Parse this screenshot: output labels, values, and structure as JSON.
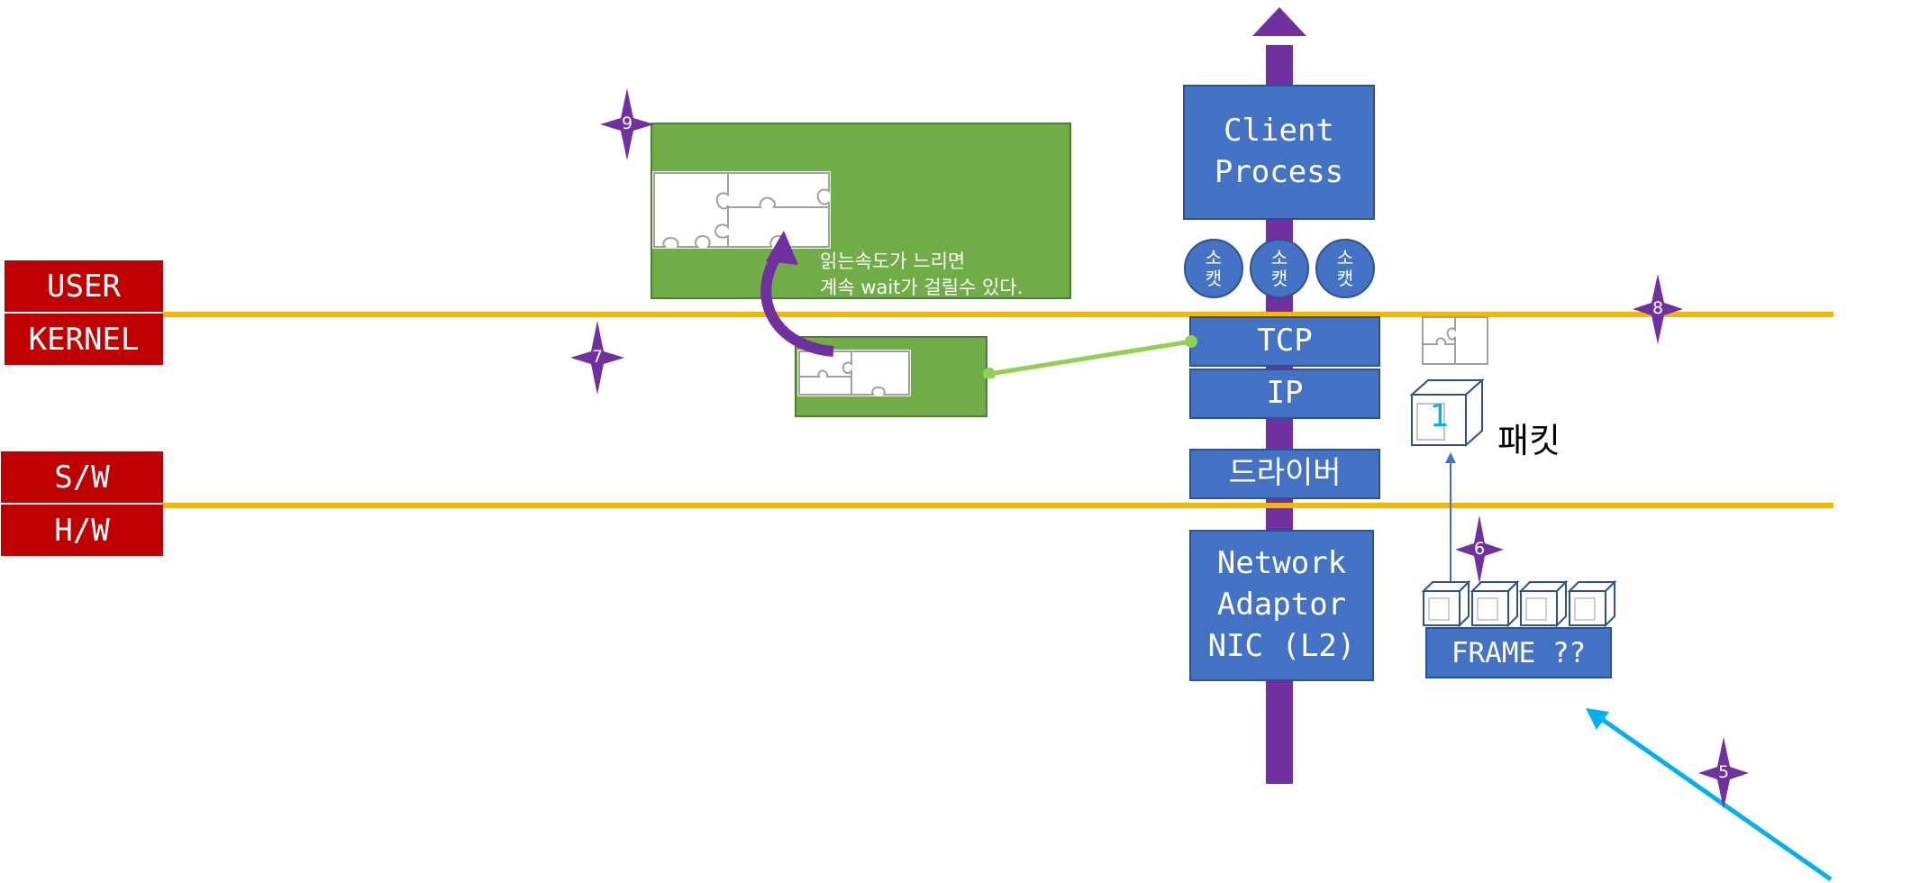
{
  "layers": {
    "user": "USER",
    "kernel": "KERNEL",
    "sw": "S/W",
    "hw": "H/W"
  },
  "stack": {
    "client_process": "Client\nProcess",
    "tcp": "TCP",
    "ip": "IP",
    "driver": "드라이버",
    "nic": "Network\nAdaptor\nNIC (L2)"
  },
  "sockets": [
    "소\n캣",
    "소\n캣",
    "소\n캣"
  ],
  "buffer_note": "읽는속도가 느리면\n계속 wait가 걸릴수 있다.",
  "packet": {
    "label": "패킷",
    "number": "1"
  },
  "frame": {
    "label": "FRAME ??"
  },
  "markers": [
    "9",
    "7",
    "8",
    "6",
    "5"
  ],
  "colors": {
    "layer_red": "#c00000",
    "boundary_yellow": "#f5b800",
    "stack_blue": "#4472c4",
    "buffer_green": "#70ad47",
    "data_path_purple": "#7030a0",
    "incoming_cyan": "#00b0f0"
  }
}
